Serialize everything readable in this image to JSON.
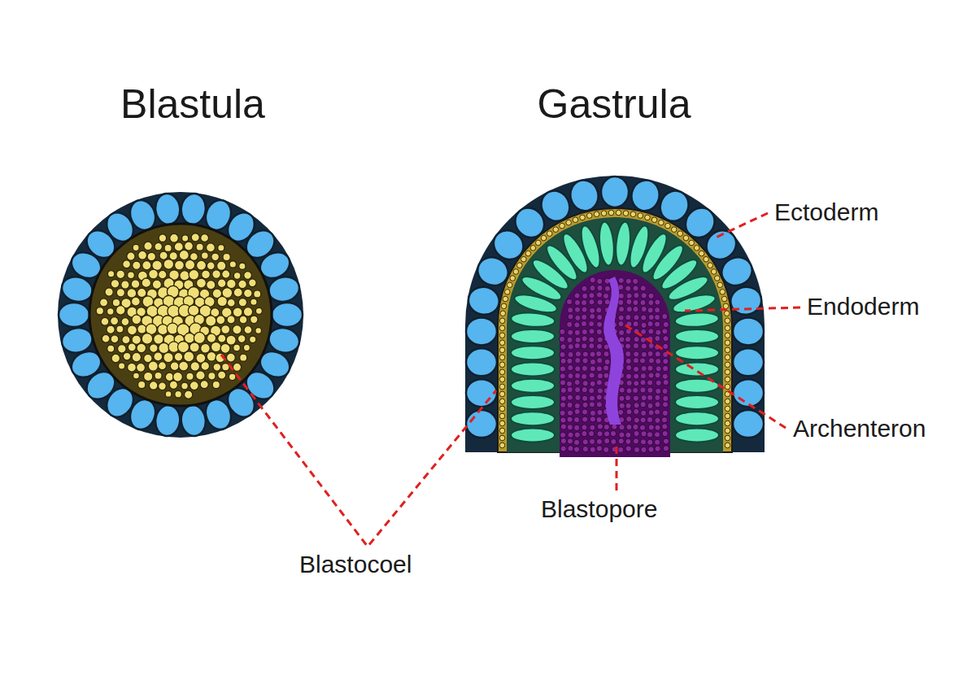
{
  "diagram": {
    "labels": [
      "Blastula",
      "Gastrula",
      "Ectoderm",
      "Endoderm",
      "Archenteron",
      "Blastopore",
      "Blastocoel"
    ]
  }
}
